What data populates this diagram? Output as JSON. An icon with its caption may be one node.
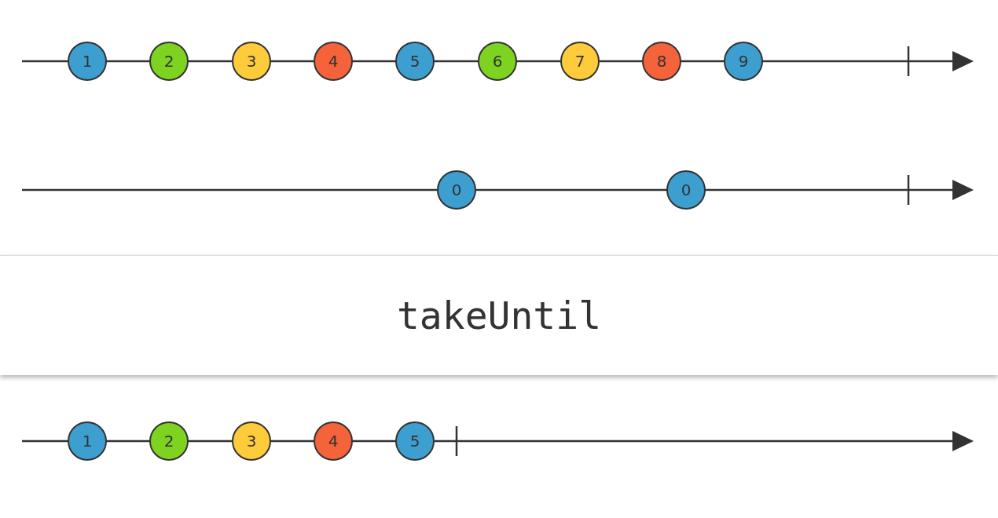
{
  "diagram": {
    "nodes": [
      {
        "text": [
          "1"
        ]
      },
      {
        "text": [
          "2"
        ]
      },
      {
        "text": [
          "3"
        ]
      },
      {
        "text": [
          "4"
        ]
      },
      {
        "text": [
          "5"
        ]
      },
      {
        "text": [
          "6"
        ]
      },
      {
        "text": [
          "7"
        ]
      },
      {
        "text": [
          "8"
        ]
      },
      {
        "text": [
          "9"
        ]
      },
      {
        "text": [
          "0"
        ]
      },
      {
        "text": [
          "0"
        ]
      },
      {
        "text": [
          "takeUntil"
        ]
      },
      {
        "text": [
          "1"
        ]
      },
      {
        "text": [
          "2"
        ]
      },
      {
        "text": [
          "3"
        ]
      },
      {
        "text": [
          "4"
        ]
      },
      {
        "text": [
          "5"
        ]
      }
    ]
  }
}
